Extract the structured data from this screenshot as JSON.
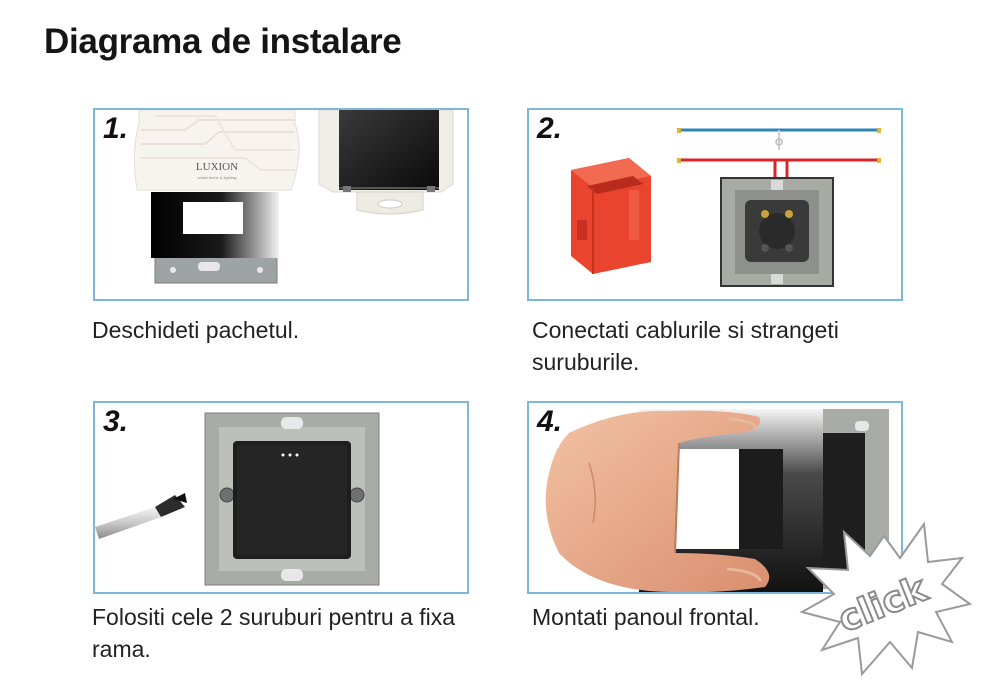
{
  "title": "Diagrama de instalare",
  "steps": [
    {
      "number": "1.",
      "caption": "Deschideti pachetul.",
      "brand": "LUXION",
      "brand_tagline": "smart home & lighting"
    },
    {
      "number": "2.",
      "caption": "Conectati cablurile si strangeti suruburile."
    },
    {
      "number": "3.",
      "caption": "Folositi cele 2 suruburi pentru a fixa rama."
    },
    {
      "number": "4.",
      "caption": "Montati panoul frontal."
    }
  ],
  "click_label": "click",
  "colors": {
    "frame_border": "#7fb6dc",
    "wire_blue": "#2f86b8",
    "wire_red": "#d9252a",
    "box_red": "#e8442e"
  }
}
